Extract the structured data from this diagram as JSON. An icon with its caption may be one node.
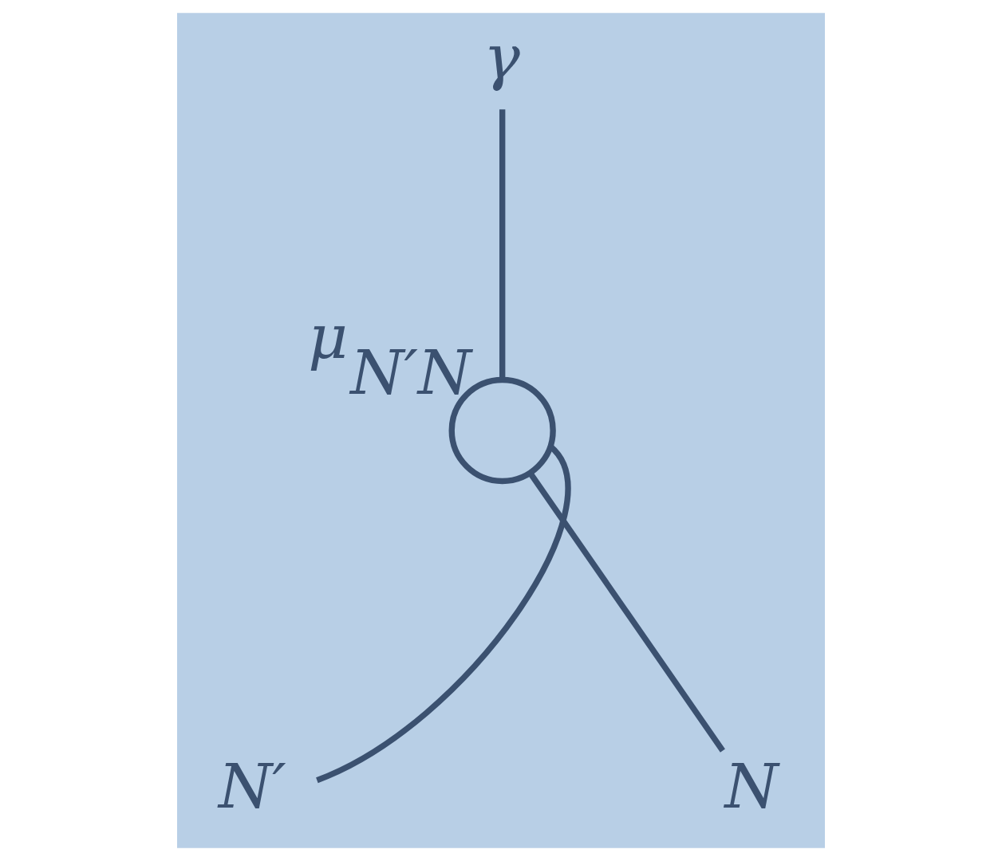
{
  "diagram": {
    "nodes": [
      {
        "text": [
          "γ"
        ]
      },
      {
        "text": [],
        "shape": "circle",
        "beside": [
          "μ$_{N′N}$"
        ]
      },
      {
        "text": [
          "N′"
        ]
      },
      {
        "text": [
          "N"
        ]
      }
    ],
    "edges": [
      {
        "from": 0,
        "to": 1,
        "arrow": "none"
      },
      {
        "from": 2,
        "to": 1,
        "arrow": "none"
      },
      {
        "from": 1,
        "to": 3,
        "arrow": "none"
      }
    ]
  }
}
